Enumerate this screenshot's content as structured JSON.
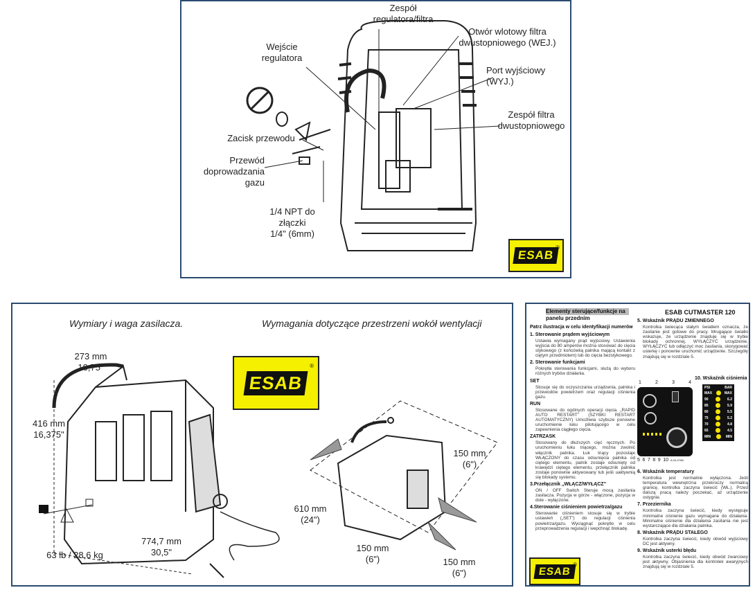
{
  "top_panel": {
    "labels": {
      "regulator_filter": "Zespół\nregulatora/filtra",
      "filter_inlet": "Otwór wlotowy filtra\ndwustopniowego (WEJ.)",
      "regulator_inlet": "Wejście\nregulatora",
      "outlet_port": "Port wyjściowy\n(WYJ.)",
      "filter_assembly": "Zespół filtra\ndwustopniowego",
      "hose_clamp": "Zacisk przewodu",
      "gas_hose": "Przewód\ndoprowadzania\ngazu",
      "npt": "1/4 NPT do\nzłączki\n1/4\" (6mm)"
    },
    "logo": "ESAB"
  },
  "bottom_left_panel": {
    "title_dimensions": "Wymiary i waga zasilacza.",
    "title_ventilation": "Wymagania dotyczące przestrzeni wokół wentylacji",
    "width": "273 mm\n10,75\"",
    "height": "416 mm\n16,375\"",
    "length": "774,7 mm\n30,5\"",
    "weight": "63 lb / 28,6 kg",
    "clear_610": "610 mm\n(24\")",
    "clear_150_right": "150 mm\n(6\")",
    "clear_150_bottom": "150 mm\n(6\")",
    "clear_150_corner": "150 mm\n(6\")",
    "logo": "ESAB"
  },
  "right_panel": {
    "header": "Elementy sterujące/funkcje na panelu przednim",
    "model": "ESAB CUTMASTER 120",
    "intro": "Patrz ilustracja w celu identyfikacji numerów",
    "left_sections": [
      {
        "title": "1.  Sterowanie prądem wyjściowym",
        "text": "Ustawia wymagany prąd wyjściowy. Ustawienia wyjścia do 80 amperów można stosować do cięcia stykowego (z końcówką palnika mającą kontakt z ciętym przedmiotem) lub do cięcia bezstykowego."
      },
      {
        "title": "2.  Sterowanie funkcjami",
        "text": "Pokrętła sterowania funkcjami, służą do wyboru różnych trybów działania."
      },
      {
        "title": "SET",
        "text": "Stosuje się do oczyszczania urządzenia, palnika i przewodów powietrzem oraz regulacji ciśnienia gazu."
      },
      {
        "title": "RUN",
        "text": "Stosowane do ogólnych operacji cięcia. „RAPID AUTO RESTART” (SZYBKI RESTART AUTOMATYCZNY) Umożliwia szybsze ponowne uruchomienie łuku pilotującego w celu zapewnienia ciągłego cięcia."
      },
      {
        "title": "ZATRZASK",
        "text": "Stosowany do dłuższych cięć ręcznych. Po uruchomieniu łuku tnącego, można zwolnić włącznik palnika. Łuk tnący pozostaje WŁĄCZONY do czasu odsunięcia palnika od ciętego elementu, palnik zostaje odsunięty od krawędzi ciętego elementu, przełącznik palnika zostaje ponownie aktywowany lub jeśli uaktywnią się blokady systemu."
      },
      {
        "title": "3.Przełącznik „WŁĄCZ/WYŁĄCZ”",
        "text": "ON / OFF Switch Steruje mocą zasilania zasilacza. Pozycja w górze - włączone, pozycja w dole - wyłączone."
      },
      {
        "title": "4.Sterowanie ciśnieniem powietrza/gazu",
        "text": "Sterowanie ciśnieniem stosuje się w trybie ustawień („SET”) do regulacji ciśnienia powietrza/gazu. Wyciągnąć pokrętło w celu przeprowadzenia regulacji i wepchnąć blokadę."
      }
    ],
    "right_sections": [
      {
        "title": "5.  Wskaźnik PRĄDU ZMIENNEGO",
        "text": "Kontrolka świecąca stałym światłem oznacza, że zasilanie jest gotowe do pracy. Mrugające światło wskazuje, że urządzenie znajduje się w trybie blokady ochronnej. WYŁĄCZYĆ urządzenie, WYŁĄCZYĆ lub odłączyć moc zasilania, skorygować usterkę i ponownie uruchomić urządzenie. Szczegóły znajdują się w rozdziale 5."
      },
      {
        "title": "6.  Wskaźnik temperatury",
        "text": "Kontrolka jest normalnie wyłączona. Jeśli temperatura wewnętrzna przekroczy normalną granicę, kontrolka zaczyna świecić (WŁ.). Przed dalszą pracą należy poczekać, aż urządzenie ostygnie."
      },
      {
        "title": "7.  Przeziernika",
        "text": "Kontrolka zaczyna świecić, kiedy występuje minimalne ciśnienie gazu wymagane do działania. Minimalne ciśnienie dla działania zasilania nie jest wystarczające dla działania palnika."
      },
      {
        "title": "8.  Wskaźnik PRĄDU STAŁEGO",
        "text": "Kontrolka zaczyna świecić, kiedy obwód wyjściowy DC jest aktywny."
      },
      {
        "title": "9.  Wskaźnik usterki błędu",
        "text": "Kontrolka zaczyna świecić, kiedy obwód zwarciowy jest aktywny. Objaśnienia dla kontrolek awaryjnych znajdują się w rozdziale 5."
      }
    ],
    "panel_numbers_top": [
      "1",
      "2",
      "3",
      "4"
    ],
    "panel_numbers_bottom": [
      "5",
      "6",
      "7",
      "8",
      "9",
      "10"
    ],
    "panel_code": "A-04-0788",
    "gauge_title": "10. Wskaźnik ciśnienia",
    "gauge_psi_header": "PSI",
    "gauge_bar_header": "BAR",
    "gauge_rows": [
      {
        "psi": "MAX",
        "bar": "MAX"
      },
      {
        "psi": "90",
        "bar": "6.2"
      },
      {
        "psi": "85",
        "bar": "5.9"
      },
      {
        "psi": "80",
        "bar": "5.5"
      },
      {
        "psi": "75",
        "bar": "5.2"
      },
      {
        "psi": "70",
        "bar": "4.8"
      },
      {
        "psi": "65",
        "bar": "4.5"
      },
      {
        "psi": "MIN",
        "bar": "MIN"
      }
    ],
    "logo": "ESAB",
    "colors": {
      "frame": "#2b4a6f",
      "logo_yellow": "#f4f000",
      "led": "#f5e400"
    }
  }
}
